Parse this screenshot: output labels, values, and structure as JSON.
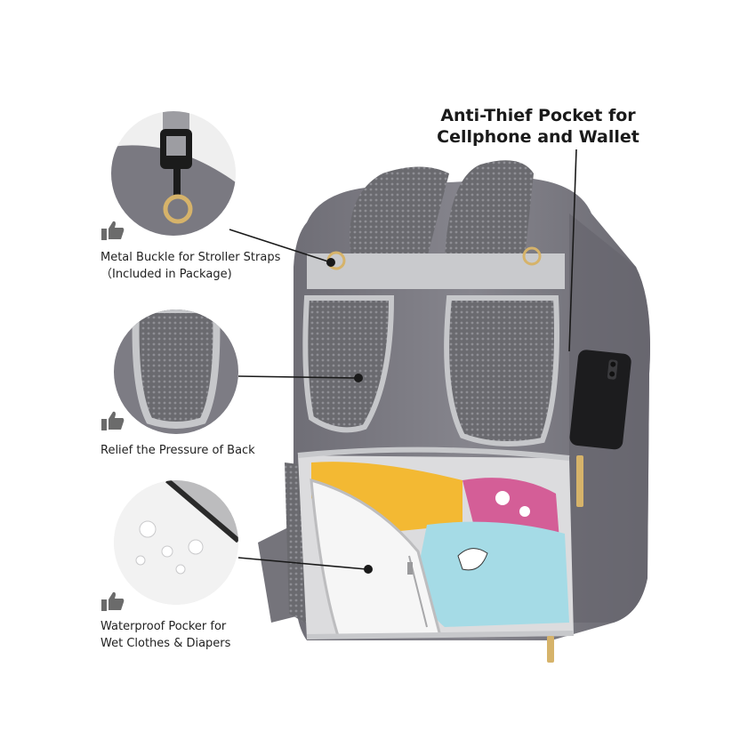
{
  "headline": [
    "Anti-Thief Pocket for",
    "Cellphone and Wallet"
  ],
  "features": [
    {
      "icon": "thumbs-up-icon",
      "lines": [
        "Metal Buckle for Stroller Straps",
        "（Included in Package)"
      ]
    },
    {
      "icon": "thumbs-up-icon",
      "lines": [
        "Relief the Pressure of Back"
      ]
    },
    {
      "icon": "thumbs-up-icon",
      "lines": [
        "Waterproof Pocker for",
        "Wet Clothes & Diapers"
      ]
    }
  ],
  "colors": {
    "bag_body": "#7d7c84",
    "mesh": "#6e6e73",
    "trim": "#c8c9cc",
    "hardware": "#d6b36a",
    "thumb_icon": "#6b6b6b"
  }
}
